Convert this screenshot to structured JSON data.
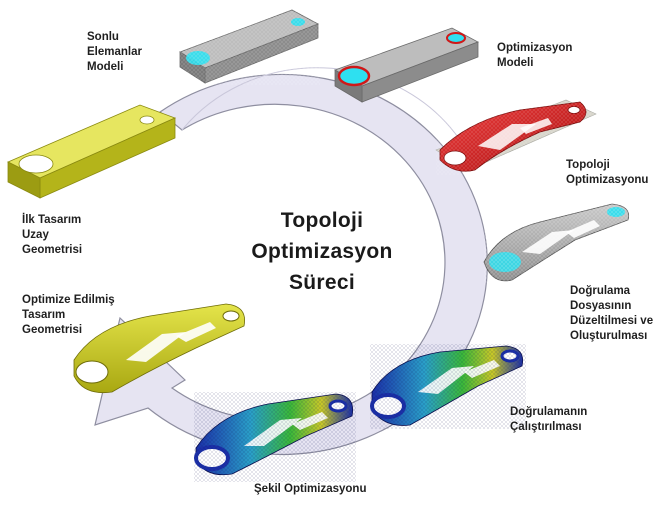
{
  "center_title": "Topoloji\nOptimizasyon\nSüreci",
  "steps": [
    {
      "label": "Sonlu\nElemanlar\nModeli"
    },
    {
      "label": "Optimizasyon\nModeli"
    },
    {
      "label": "Topoloji\nOptimizasyonu"
    },
    {
      "label": "Doğrulama\nDosyasının\nDüzeltilmesi ve\nOluşturulması"
    },
    {
      "label": "Doğrulamanın\nÇalıştırılması"
    },
    {
      "label": "Şekil Optimizasyonu"
    },
    {
      "label": "Optimize Edilmiş\nTasarım\nGeometrisi"
    },
    {
      "label": "İlk Tasarım\nUzay\nGeometrisi"
    }
  ],
  "colors": {
    "arrow_fill": "#e6e4f2",
    "arrow_stroke": "#8e8ea0",
    "design_space": "#c8c81e",
    "fe_model": "#a9a9a9",
    "constraint": "#2ee0f0",
    "optimization_ring": "#d01818",
    "topology": "#d82020",
    "fea_mesh": "#9a9a9a",
    "stress_blue": "#1b2fa8",
    "stress_green": "#3aa83a",
    "optimized": "#d4d23a"
  }
}
